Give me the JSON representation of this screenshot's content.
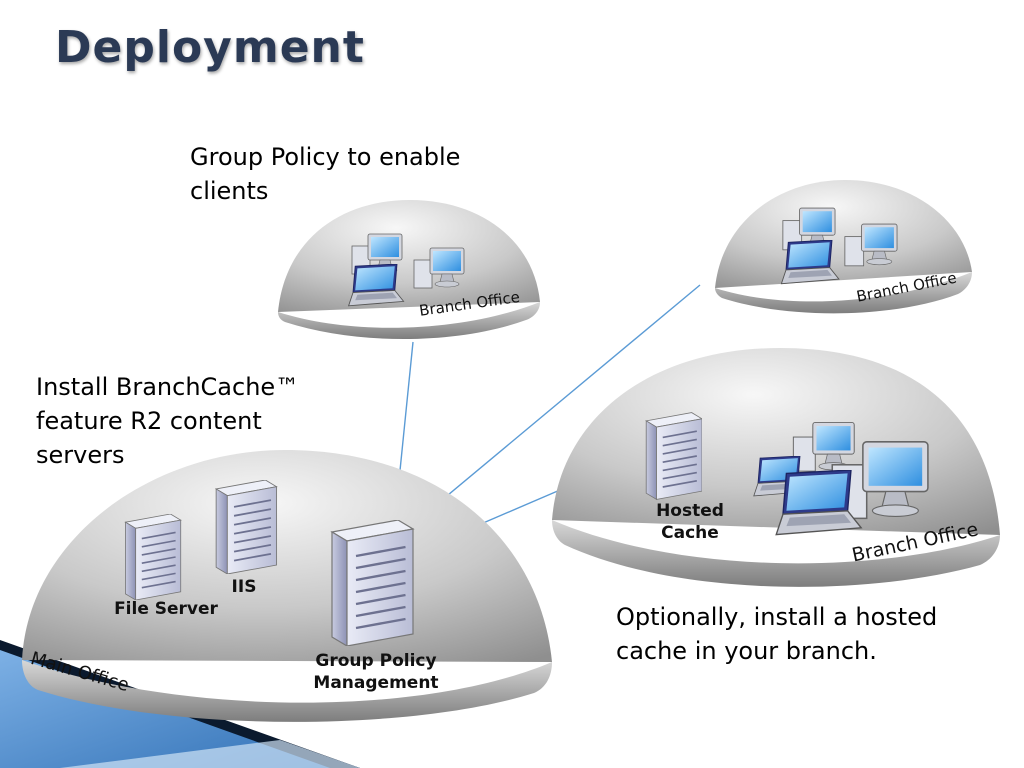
{
  "slide": {
    "title": "Deployment",
    "notes": {
      "group_policy": [
        "Group Policy to enable",
        "clients"
      ],
      "install": [
        "Install BranchCache™",
        "feature R2 content",
        "servers"
      ],
      "optional": [
        "Optionally, install a hosted",
        "cache in your branch."
      ]
    }
  },
  "main_office": {
    "label": "Main Office",
    "servers": {
      "file_server": "File Server",
      "iis": "IIS",
      "gpm": [
        "Group Policy",
        "Management"
      ]
    }
  },
  "branches": {
    "top_left": {
      "label": "Branch Office"
    },
    "top_right": {
      "label": "Branch Office"
    },
    "hosted": {
      "label": "Branch Office",
      "hosted_cache": [
        "Hosted",
        "Cache"
      ]
    }
  },
  "colors": {
    "dome_light": "#f2f2f2",
    "dome_dark": "#8c8c8c",
    "link_line": "#5b9bd5",
    "accent_blue": "#2f6fb5",
    "title": "#2b3a55"
  }
}
